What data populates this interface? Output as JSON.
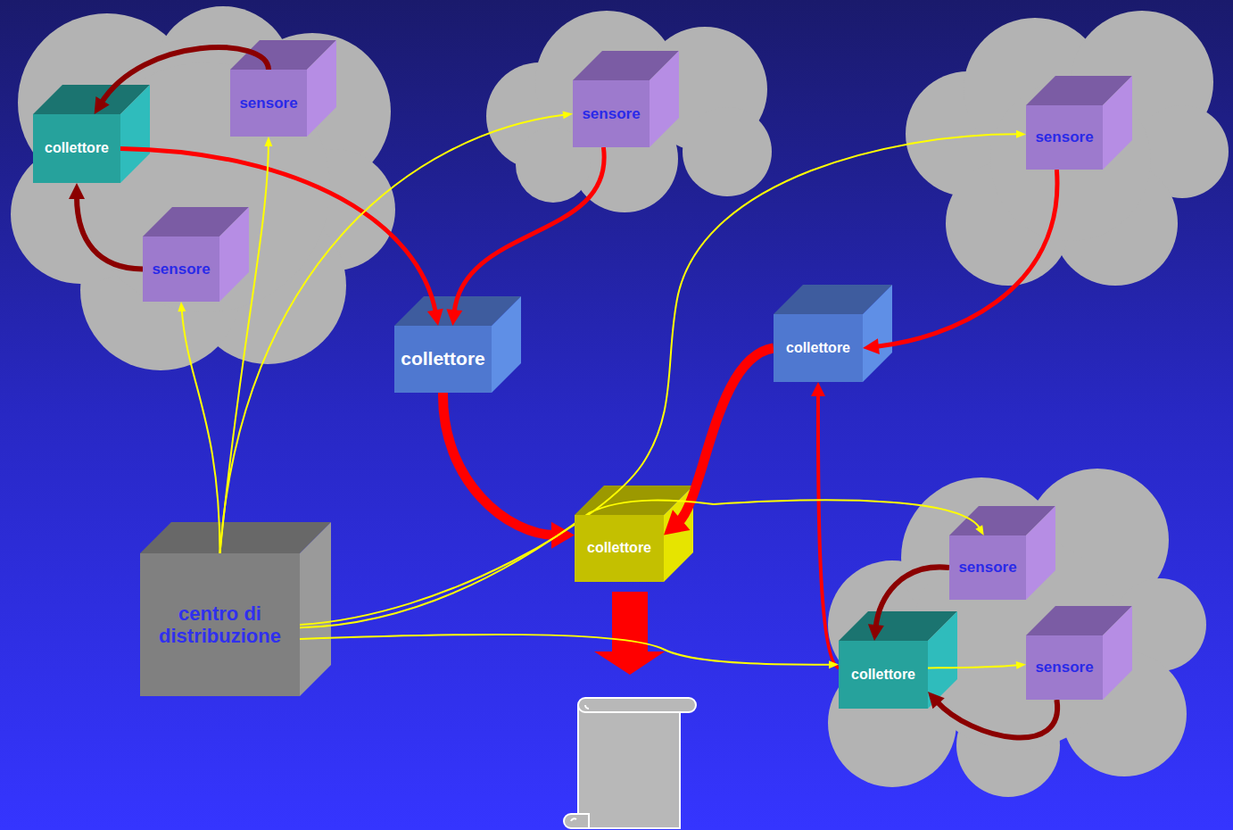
{
  "diagram": {
    "nodes": [
      {
        "text": [
          "collettore"
        ]
      },
      {
        "text": [
          "sensore"
        ]
      },
      {
        "text": [
          "sensore"
        ]
      },
      {
        "text": [
          "sensore"
        ]
      },
      {
        "text": [
          "sensore"
        ]
      },
      {
        "text": [
          "collettore"
        ]
      },
      {
        "text": [
          "collettore"
        ]
      },
      {
        "text": [
          "collettore"
        ]
      },
      {
        "text": [
          "sensore"
        ]
      },
      {
        "text": [
          "centro di distribuzione"
        ]
      },
      {
        "text": [
          "collettore"
        ]
      },
      {
        "text": [
          "sensore"
        ]
      }
    ],
    "edges": [
      {
        "from": 1,
        "to": 0,
        "arrow": "to"
      },
      {
        "from": 4,
        "to": 0,
        "arrow": "to"
      },
      {
        "from": 0,
        "to": 5,
        "arrow": "to"
      },
      {
        "from": 2,
        "to": 5,
        "arrow": "to"
      },
      {
        "from": 3,
        "to": 6,
        "arrow": "to"
      },
      {
        "from": 5,
        "to": 7,
        "arrow": "to"
      },
      {
        "from": 6,
        "to": 7,
        "arrow": "to"
      },
      {
        "from": 10,
        "to": 6,
        "arrow": "to"
      },
      {
        "from": 8,
        "to": 10,
        "arrow": "to"
      },
      {
        "from": 11,
        "to": 10,
        "arrow": "to"
      },
      {
        "from": 9,
        "to": 4,
        "arrow": "to"
      },
      {
        "from": 9,
        "to": 1,
        "arrow": "to"
      },
      {
        "from": 9,
        "to": 2,
        "arrow": "to"
      },
      {
        "from": 9,
        "to": 3,
        "arrow": "to"
      },
      {
        "from": 9,
        "to": 8,
        "arrow": "to"
      },
      {
        "from": 9,
        "to": 10,
        "arrow": "to"
      },
      {
        "from": 10,
        "to": 11,
        "arrow": "to"
      }
    ]
  }
}
